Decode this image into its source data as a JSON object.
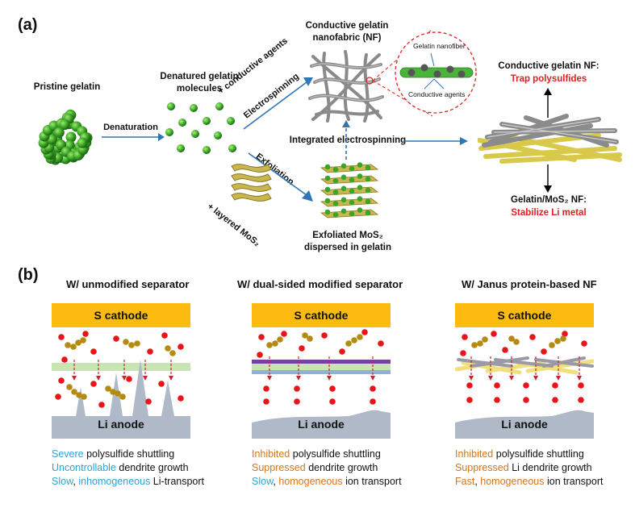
{
  "panel_a": {
    "label": "(a)",
    "pristine": "Pristine gelatin",
    "denaturation": "Denaturation",
    "denatured": [
      "Denatured gelatin",
      "molecules"
    ],
    "conductive_agents": "+ conductive agents",
    "electrospinning": "Electrospinning",
    "nanofabric": [
      "Conductive gelatin",
      "nanofabric (NF)"
    ],
    "zoom_nanofiber": "Gelatin nanofiber",
    "zoom_agents": "Conductive agents",
    "integrated": "Integrated electrospinning",
    "exfoliation": "Exfoliation",
    "layered_mos2": "+ layered MoS₂",
    "exfoliated": [
      "Exfoliated MoS₂",
      "dispersed in gelatin"
    ],
    "right_top_label": "Conductive gelatin NF:",
    "right_top_effect": "Trap polysulfides",
    "right_bottom_label": "Gelatin/MoS₂ NF:",
    "right_bottom_effect": "Stabilize Li metal"
  },
  "panel_b": {
    "label": "(b)",
    "columns": [
      {
        "title": "W/ unmodified separator",
        "cathode": "S cathode",
        "anode": "Li anode",
        "lines": [
          [
            {
              "t": "Severe",
              "c": "blue"
            },
            {
              "t": " polysulfide shuttling",
              "c": "black"
            }
          ],
          [
            {
              "t": "Uncontrollable",
              "c": "blue"
            },
            {
              "t": " dendrite growth",
              "c": "black"
            }
          ],
          [
            {
              "t": "Slow",
              "c": "blue"
            },
            {
              "t": ", ",
              "c": "black"
            },
            {
              "t": "inhomogeneous",
              "c": "blue"
            },
            {
              "t": " Li-transport",
              "c": "black"
            }
          ]
        ]
      },
      {
        "title": "W/ dual-sided modified separator",
        "cathode": "S cathode",
        "anode": "Li anode",
        "lines": [
          [
            {
              "t": "Inhibited",
              "c": "orange"
            },
            {
              "t": " polysulfide shuttling",
              "c": "black"
            }
          ],
          [
            {
              "t": "Suppressed",
              "c": "orange"
            },
            {
              "t": " dendrite growth",
              "c": "black"
            }
          ],
          [
            {
              "t": "Slow",
              "c": "blue"
            },
            {
              "t": ", ",
              "c": "black"
            },
            {
              "t": "homogeneous",
              "c": "orange"
            },
            {
              "t": " ion transport",
              "c": "black"
            }
          ]
        ]
      },
      {
        "title": "W/ Janus protein-based NF",
        "cathode": "S cathode",
        "anode": "Li anode",
        "lines": [
          [
            {
              "t": "Inhibited",
              "c": "orange"
            },
            {
              "t": " polysulfide shuttling",
              "c": "black"
            }
          ],
          [
            {
              "t": "Suppressed",
              "c": "orange"
            },
            {
              "t": " Li dendrite growth",
              "c": "black"
            }
          ],
          [
            {
              "t": "Fast",
              "c": "orange"
            },
            {
              "t": ", ",
              "c": "black"
            },
            {
              "t": "homogeneous",
              "c": "orange"
            },
            {
              "t": " ion transport",
              "c": "black"
            }
          ]
        ]
      }
    ]
  },
  "colors": {
    "cathode": "#fdbb12",
    "anode": "#b0b9c8",
    "li_ion": "#e8141a",
    "polysulfide": "#b58a12",
    "separator": "#c9e4b3",
    "arrow": "#2e75b6",
    "dendrite_arrow": "#c0282d",
    "accent_blue": "#2aa4d6",
    "accent_orange": "#d87519"
  }
}
